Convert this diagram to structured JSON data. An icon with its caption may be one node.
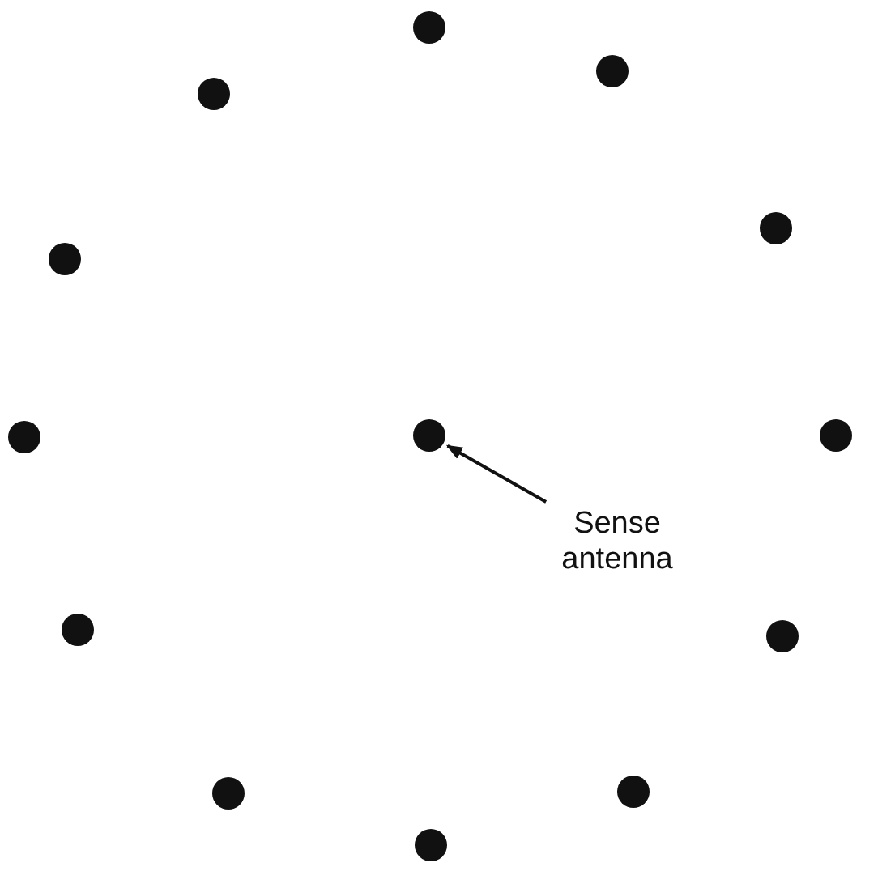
{
  "diagram": {
    "nodes": [
      {
        "text": [],
        "shape": "circle"
      },
      {
        "text": [],
        "shape": "circle"
      },
      {
        "text": [],
        "shape": "circle"
      },
      {
        "text": [],
        "shape": "circle"
      },
      {
        "text": [],
        "shape": "circle"
      },
      {
        "text": [],
        "shape": "circle"
      },
      {
        "text": [],
        "shape": "circle"
      },
      {
        "text": [],
        "shape": "circle"
      },
      {
        "text": [
          "Sense antenna"
        ]
      },
      {
        "text": [],
        "shape": "circle"
      },
      {
        "text": [],
        "shape": "circle"
      },
      {
        "text": [],
        "shape": "circle"
      },
      {
        "text": [],
        "shape": "circle"
      },
      {
        "text": [],
        "shape": "circle"
      }
    ],
    "edges": [
      {
        "from": 8,
        "to": 6,
        "arrow": "to"
      }
    ]
  }
}
